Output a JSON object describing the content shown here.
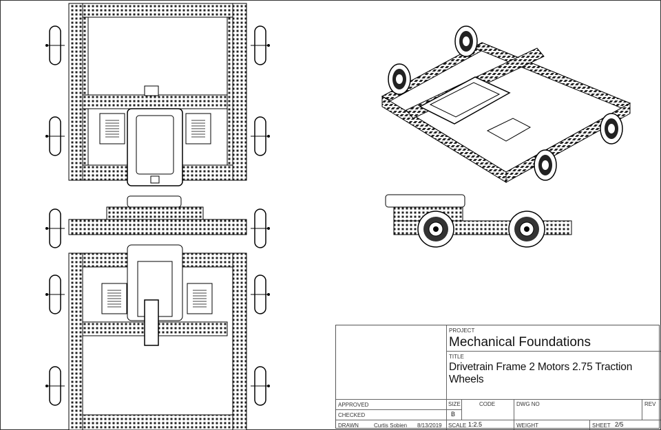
{
  "title_block": {
    "project_label": "PROJECT",
    "project": "Mechanical Foundations",
    "title_label": "TITLE",
    "title": "Drivetrain Frame 2 Motors 2.75 Traction Wheels",
    "approved_label": "APPROVED",
    "checked_label": "CHECKED",
    "drawn_label": "DRAWN",
    "drawn_by": "Curtis Sobien",
    "drawn_date": "8/13/2019",
    "size_label": "SIZE",
    "size": "B",
    "code_label": "CODE",
    "dwg_no_label": "DWG NO",
    "rev_label": "REV",
    "scale_label": "SCALE",
    "scale": "1:2.5",
    "weight_label": "WEIGHT",
    "sheet_label": "SHEET",
    "sheet": "2/5"
  },
  "views": [
    "top-view",
    "side-view",
    "bottom-view",
    "isometric-view",
    "right-side-view"
  ]
}
